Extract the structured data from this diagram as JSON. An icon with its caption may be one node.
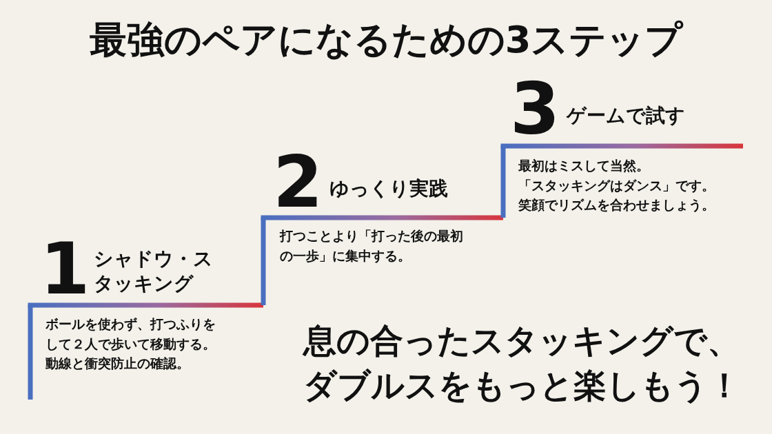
{
  "diagram": {
    "title": "最強のペアになるための3ステップ",
    "labels": [
      "1",
      "シャドウ・スタッキング",
      "ボールを使わず、打つふりをして２人で歩いて移動する。動線と衝突防止の確認。",
      "2",
      "ゆっくり実践",
      "打つことより「打った後の最初の一歩」に集中する。",
      "3",
      "ゲームで試す",
      "最初はミスして当然。「スタッキングはダンス」です。笑顔でリズムを合わせましょう。",
      "息の合ったスタッキングで、ダブルスをもっと楽しもう！"
    ]
  }
}
